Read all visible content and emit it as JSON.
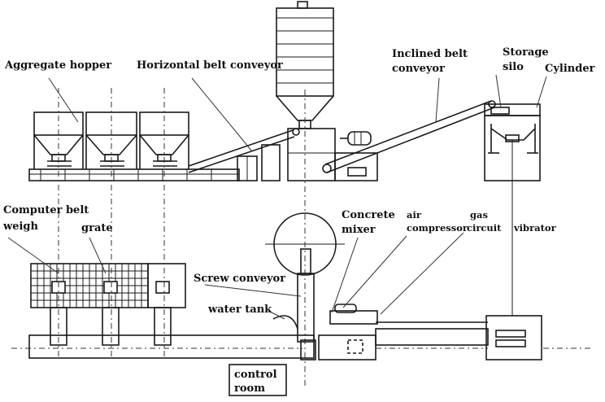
{
  "labels": {
    "aggregate_hopper": "Aggregate hopper",
    "horizontal_belt_conveyor": "Horizontal belt conveyor",
    "inclined_belt_conveyor_1": "Inclined belt",
    "inclined_belt_conveyor_2": "conveyor",
    "storage_silo_1": "Storage",
    "storage_silo_2": "silo",
    "cylinder": "Cylinder",
    "computer_belt_weigh_1": "Computer belt",
    "computer_belt_weigh_2": "weigh",
    "grate": "grate",
    "concrete_mixer_1": "Concrete",
    "concrete_mixer_2": "mixer",
    "air_compressor_1": "air",
    "air_compressor_2": "compressor",
    "gas_circuit_1": "gas",
    "gas_circuit_2": "circuit",
    "vibrator": "vibrator",
    "screw_conveyor": "Screw conveyor",
    "water_tank": "water tank",
    "control_room_1": "control",
    "control_room_2": "room"
  }
}
